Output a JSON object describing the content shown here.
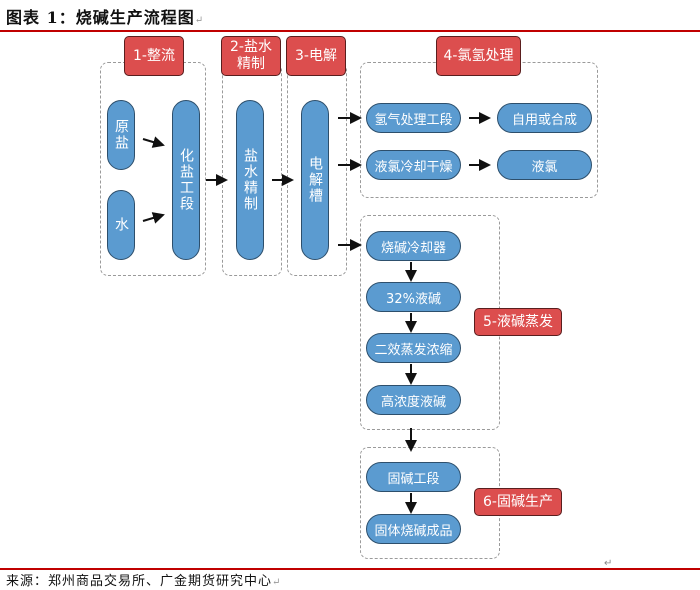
{
  "title": "图表 1：烧碱生产流程图",
  "source": "来源：郑州商品交易所、广金期货研究中心",
  "colors": {
    "stage_tag": "#dc4e4e",
    "process_node": "#5b9bd0",
    "rule": "#c00000"
  },
  "stages": {
    "s1": "1-整流",
    "s2": "2-盐水\n精制",
    "s3": "3-电解",
    "s4": "4-氯氢处理",
    "s5": "5-液碱蒸发",
    "s6": "6-固碱生产"
  },
  "nodes": {
    "raw_salt": "原盐",
    "water": "水",
    "salt_dissolving": "化盐工段",
    "brine_refining": "盐水精制",
    "electrolyzer": "电解槽",
    "hydrogen_treatment": "氢气处理工段",
    "self_use": "自用或合成",
    "chlorine_cooling": "液氯冷却干燥",
    "liquid_chlorine": "液氯",
    "caustic_cooler": "烧碱冷却器",
    "caustic_32": "32%液碱",
    "double_effect": "二效蒸发浓缩",
    "high_conc": "高浓度液碱",
    "solid_section": "固碱工段",
    "solid_product": "固体烧碱成品"
  },
  "edges": [
    [
      "原盐",
      "化盐工段"
    ],
    [
      "水",
      "化盐工段"
    ],
    [
      "化盐工段",
      "盐水精制"
    ],
    [
      "盐水精制",
      "电解槽"
    ],
    [
      "电解槽",
      "氢气处理工段"
    ],
    [
      "电解槽",
      "液氯冷却干燥"
    ],
    [
      "电解槽",
      "烧碱冷却器"
    ],
    [
      "氢气处理工段",
      "自用或合成"
    ],
    [
      "液氯冷却干燥",
      "液氯"
    ],
    [
      "烧碱冷却器",
      "32%液碱"
    ],
    [
      "32%液碱",
      "二效蒸发浓缩"
    ],
    [
      "二效蒸发浓缩",
      "高浓度液碱"
    ],
    [
      "高浓度液碱",
      "固碱工段"
    ],
    [
      "固碱工段",
      "固体烧碱成品"
    ]
  ]
}
